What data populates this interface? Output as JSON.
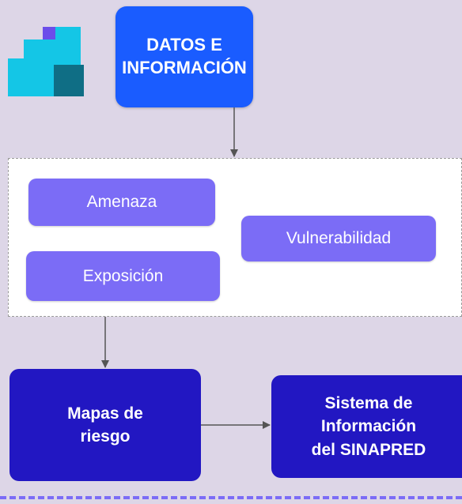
{
  "top": {
    "label": "DATOS E\nINFORMACIÓN"
  },
  "panel": {
    "amenaza": "Amenaza",
    "vulnerabilidad": "Vulnerabilidad",
    "exposicion": "Exposición"
  },
  "bottom": {
    "mapas": "Mapas de\nriesgo",
    "sistema": "Sistema de\nInformación\ndel SINAPRED"
  },
  "colors": {
    "background": "#ddd6e7",
    "primary_blue": "#1a5cff",
    "violet": "#7b6cf6",
    "navy": "#2217c2"
  }
}
